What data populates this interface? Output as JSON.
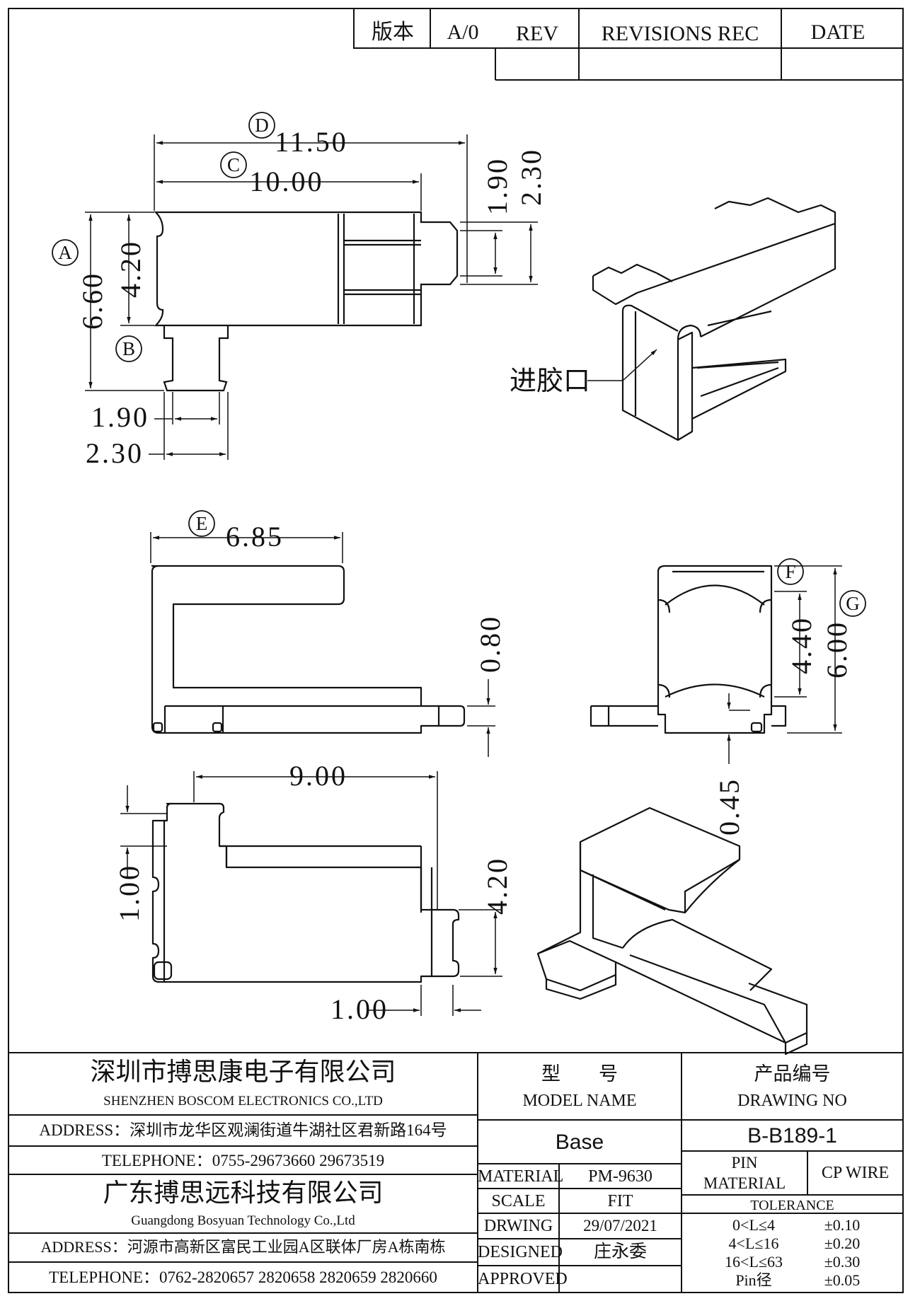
{
  "revision_table": {
    "version_label": "版本",
    "version_value": "A/0",
    "rev_label": "REV",
    "revisions_label": "REVISIONS REC",
    "date_label": "DATE"
  },
  "dimensions": {
    "d_11_50": "11.50",
    "d_10_00": "10.00",
    "d_1_90_top": "1.90",
    "d_2_30_top": "2.30",
    "d_4_20_left": "4.20",
    "d_6_60": "6.60",
    "d_1_90_bottom": "1.90",
    "d_2_30_bottom": "2.30",
    "d_6_85": "6.85",
    "d_0_80": "0.80",
    "d_4_40": "4.40",
    "d_6_00": "6.00",
    "d_0_45": "0.45",
    "d_9_00": "9.00",
    "d_1_00_left": "1.00",
    "d_4_20_right": "4.20",
    "d_1_00_bottom": "1.00"
  },
  "markers": {
    "A": "A",
    "B": "B",
    "C": "C",
    "D": "D",
    "E": "E",
    "F": "F",
    "G": "G"
  },
  "callout": {
    "inlet_label": "进胶口"
  },
  "title_block": {
    "company1_cn": "深圳市搏思康电子有限公司",
    "company1_en": "SHENZHEN BOSCOM ELECTRONICS CO.,LTD",
    "address1": "ADDRESS：深圳市龙华区观澜街道牛湖社区君新路164号",
    "telephone1": "TELEPHONE：0755-29673660 29673519",
    "company2_cn": "广东搏思远科技有限公司",
    "company2_en": "Guangdong Bosyuan Technology Co.,Ltd",
    "address2": "ADDRESS：河源市高新区富民工业园A区联体厂房A栋南栋",
    "telephone2": "TELEPHONE：0762-2820657 2820658 2820659 2820660",
    "model_label_cn": "型　　号",
    "model_label_en": "MODEL NAME",
    "model_value": "Base",
    "drawing_no_label_cn": "产品编号",
    "drawing_no_label_en": "DRAWING NO",
    "drawing_no_value": "B-B189-1",
    "material_label": "MATERIAL",
    "material_value": "PM-9630",
    "scale_label": "SCALE",
    "scale_value": "FIT",
    "drawing_label": "DRWING",
    "drawing_value": "29/07/2021",
    "designed_label": "DESIGNED",
    "designed_value": "庄永委",
    "approved_label": "APPROVED",
    "approved_value": "",
    "pin_material_label_1": "PIN",
    "pin_material_label_2": "MATERIAL",
    "pin_material_value": "CP WIRE",
    "tolerance_label": "TOLERANCE",
    "tolerances": [
      {
        "range": "0<L≤4",
        "value": "±0.10"
      },
      {
        "range": "4<L≤16",
        "value": "±0.20"
      },
      {
        "range": "16<L≤63",
        "value": "±0.30"
      },
      {
        "range": "Pin径",
        "value": "±0.05"
      }
    ]
  }
}
